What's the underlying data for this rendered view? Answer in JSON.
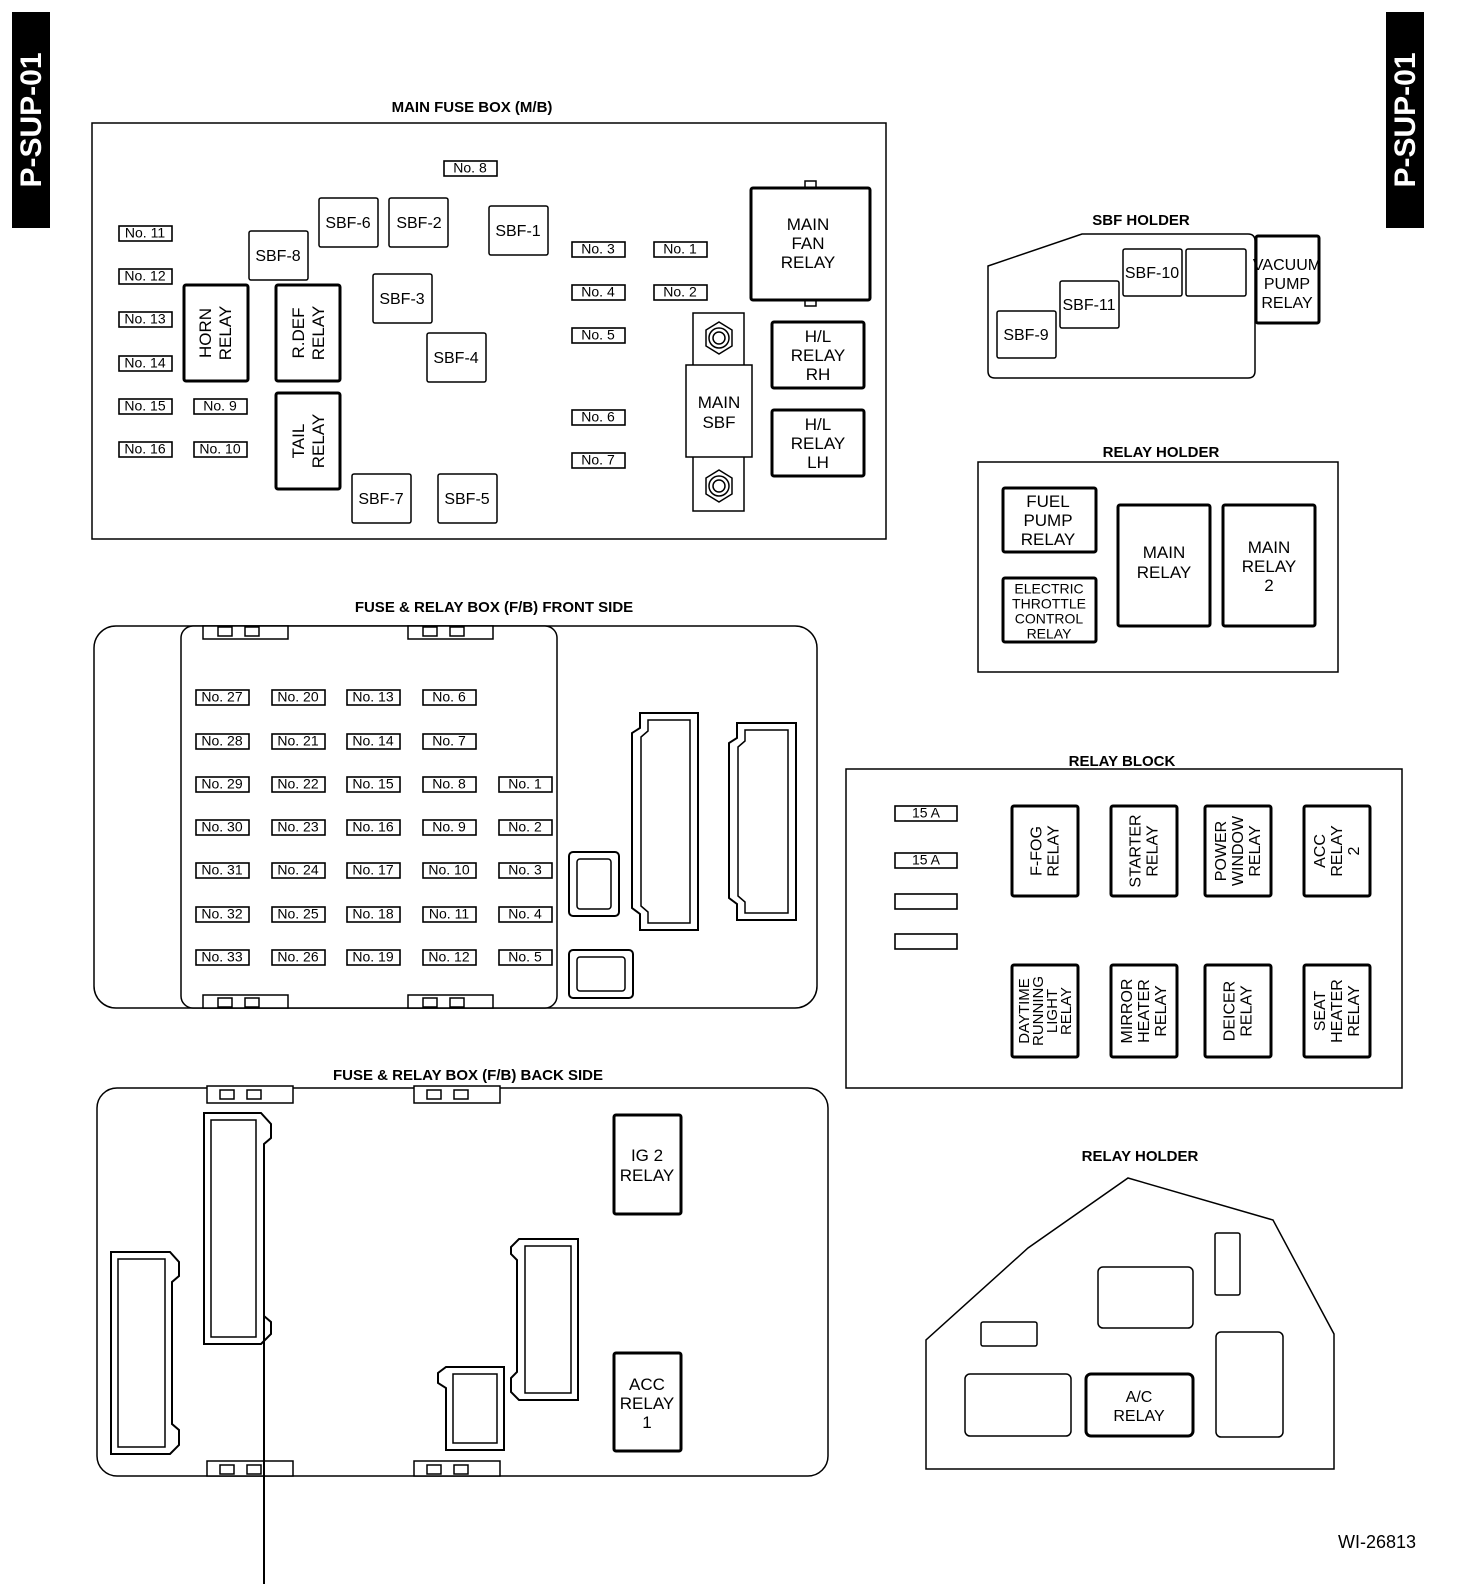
{
  "side_tabs": {
    "left": "P-SUP-01",
    "right": "P-SUP-01"
  },
  "figure_id": "WI-26813",
  "main_fuse_box": {
    "title": "MAIN FUSE BOX (M/B)",
    "fuses": [
      "No. 8",
      "No. 11",
      "No. 12",
      "No. 13",
      "No. 14",
      "No. 15",
      "No. 16",
      "No. 9",
      "No. 10",
      "No. 3",
      "No. 1",
      "No. 4",
      "No. 2",
      "No. 5",
      "No. 6",
      "No. 7"
    ],
    "sbf": [
      "SBF-6",
      "SBF-2",
      "SBF-1",
      "SBF-8",
      "SBF-3",
      "SBF-4",
      "SBF-7",
      "SBF-5"
    ],
    "relays": {
      "horn": [
        "HORN",
        "RELAY"
      ],
      "rdef": [
        "R.DEF",
        "RELAY"
      ],
      "tail": [
        "TAIL",
        "RELAY"
      ],
      "main_fan": [
        "MAIN",
        "FAN",
        "RELAY"
      ],
      "hl_rh": [
        "H/L",
        "RELAY",
        "RH"
      ],
      "hl_lh": [
        "H/L",
        "RELAY",
        "LH"
      ]
    },
    "main_sbf": [
      "MAIN",
      "SBF"
    ]
  },
  "sbf_holder": {
    "title": "SBF HOLDER",
    "items": [
      "SBF-9",
      "SBF-11",
      "SBF-10"
    ],
    "vacuum_pump": [
      "VACUUM",
      "PUMP",
      "RELAY"
    ]
  },
  "relay_holder_1": {
    "title": "RELAY HOLDER",
    "fuel_pump": [
      "FUEL",
      "PUMP",
      "RELAY"
    ],
    "etc": [
      "ELECTRIC",
      "THROTTLE",
      "CONTROL",
      "RELAY"
    ],
    "main_relay": [
      "MAIN",
      "RELAY"
    ],
    "main_relay_2": [
      "MAIN",
      "RELAY",
      "2"
    ]
  },
  "front_side": {
    "title": "FUSE & RELAY BOX (F/B) FRONT SIDE",
    "columns": [
      [
        "No. 27",
        "No. 28",
        "No. 29",
        "No. 30",
        "No. 31",
        "No. 32",
        "No. 33"
      ],
      [
        "No. 20",
        "No. 21",
        "No. 22",
        "No. 23",
        "No. 24",
        "No. 25",
        "No. 26"
      ],
      [
        "No. 13",
        "No. 14",
        "No. 15",
        "No. 16",
        "No. 17",
        "No. 18",
        "No. 19"
      ],
      [
        "No. 6",
        "No. 7",
        "No. 8",
        "No. 9",
        "No. 10",
        "No. 11",
        "No. 12"
      ],
      [
        "No. 1",
        "No. 2",
        "No. 3",
        "No. 4",
        "No. 5"
      ]
    ]
  },
  "relay_block": {
    "title": "RELAY BLOCK",
    "fuses": [
      "15 A",
      "15 A"
    ],
    "top_relays": [
      [
        "F-FOG",
        "RELAY"
      ],
      [
        "STARTER",
        "RELAY"
      ],
      [
        "POWER",
        "WINDOW",
        "RELAY"
      ],
      [
        "ACC",
        "RELAY",
        "2"
      ]
    ],
    "bottom_relays": [
      [
        "DAYTIME",
        "RUNNING",
        "LIGHT",
        "RELAY"
      ],
      [
        "MIRROR",
        "HEATER",
        "RELAY"
      ],
      [
        "DEICER",
        "RELAY"
      ],
      [
        "SEAT",
        "HEATER",
        "RELAY"
      ]
    ]
  },
  "back_side": {
    "title": "FUSE & RELAY BOX (F/B) BACK SIDE",
    "ig2": [
      "IG 2",
      "RELAY"
    ],
    "acc1": [
      "ACC",
      "RELAY",
      "1"
    ]
  },
  "relay_holder_2": {
    "title": "RELAY HOLDER",
    "ac": [
      "A/C",
      "RELAY"
    ]
  }
}
